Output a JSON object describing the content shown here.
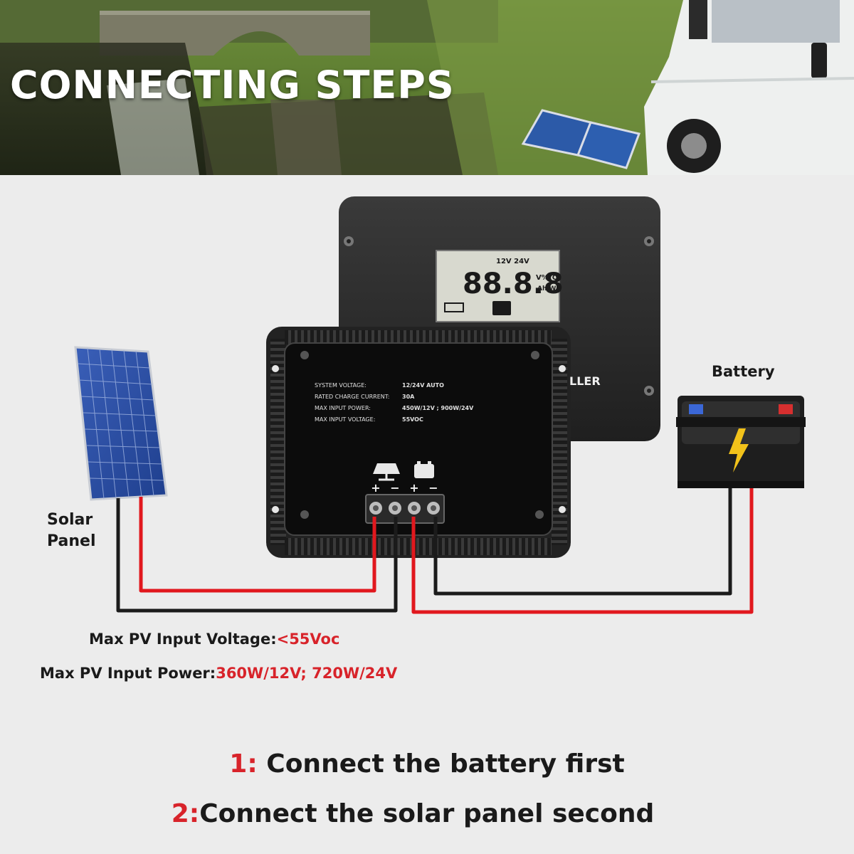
{
  "header": {
    "title": "CONNECTING STEPS"
  },
  "controller": {
    "back_label": "LLER",
    "lcd": {
      "digits": "88.8.8",
      "voltage_top": "12V 24V",
      "units_1": "V%°C",
      "units_2": "Ah Wh"
    },
    "specs": [
      {
        "name": "SYSTEM VOLTAGE:",
        "value": "12/24V AUTO"
      },
      {
        "name": "RATED CHARGE CURRENT:",
        "value": "30A"
      },
      {
        "name": "MAX INPUT POWER:",
        "value": "450W/12V ; 900W/24V"
      },
      {
        "name": "MAX INPUT VOLTAGE:",
        "value": "55VOC"
      }
    ],
    "terminal_signs": [
      "+",
      "−",
      "+",
      "−"
    ]
  },
  "battery": {
    "label": "Battery"
  },
  "solar_panel": {
    "label_line1": "Solar",
    "label_line2": "Panel"
  },
  "notes": {
    "pv_voltage_label": "Max PV Input Voltage:",
    "pv_voltage_value": "<55Voc",
    "pv_power_label": "Max PV Input Power:",
    "pv_power_value": "360W/12V; 720W/24V"
  },
  "steps": [
    {
      "number": "1:",
      "text": " Connect the battery first"
    },
    {
      "number": "2:",
      "text": "Connect the solar panel second"
    }
  ],
  "colors": {
    "positive_wire": "#e1181e",
    "negative_wire": "#1b1b1b",
    "step_number": "#d8232a",
    "background": "#ececec"
  }
}
